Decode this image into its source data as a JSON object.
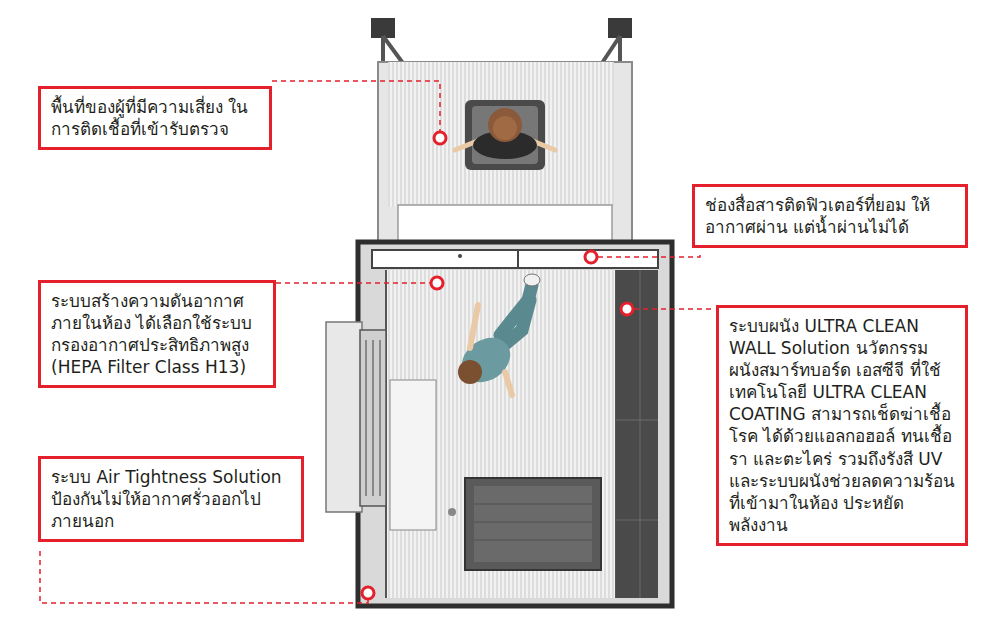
{
  "diagram": {
    "nodes": [
      {
        "text": [
          "พื้นที่ของผู้ที่มีความเสี่ยง ในการติดเชื้อที่เข้ารับตรวจ"
        ]
      },
      {
        "text": [
          "ช่องสื่อสารติดฟิวเตอร์ที่ยอม ให้อากาศผ่าน แต่น้ำผ่านไม่ได้"
        ]
      },
      {
        "text": [
          "ระบบสร้างความดันอากาศ ภายในห้อง ได้เลือกใช้ระบบ กรองอากาศประสิทธิภาพสูง (HEPA Filter Class H13)"
        ]
      },
      {
        "text": [
          "ระบบผนัง ULTRA CLEAN WALL Solution นวัตกรรม ผนังสมาร์ทบอร์ด เอสซีจี ที่ใช้เทคโนโลยี ULTRA CLEAN COATING สามารถเช็ดฆ่าเชื้อโรค ได้ด้วยแอลกอฮอล์ ทนเชื้อรา และตะไคร่ รวมถึงรังสี UV และระบบผนังช่วยลดความร้อน ที่เข้ามาในห้อง ประหยัดพลังงาน"
        ]
      },
      {
        "text": [
          "ระบบ Air Tightness Solution ป้องกันไม่ให้อากาศรั่วออกไป ภายนอก"
        ]
      }
    ]
  }
}
